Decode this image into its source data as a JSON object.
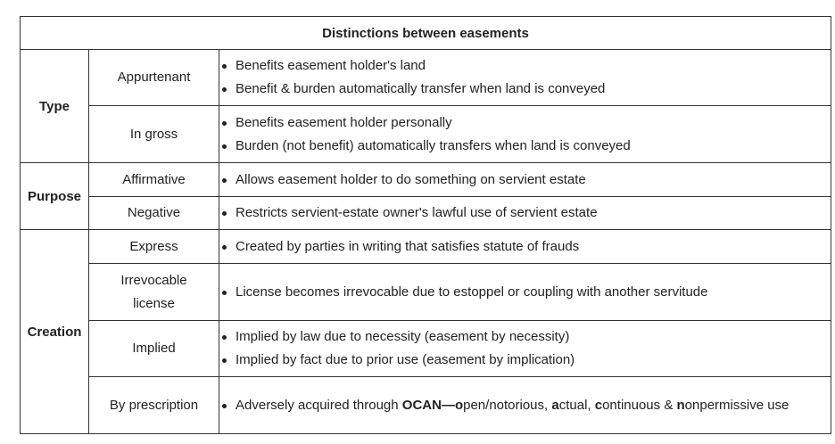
{
  "table": {
    "title": "Distinctions between easements",
    "groups": [
      {
        "category": "Type",
        "rows": [
          {
            "sub": "Appurtenant",
            "items": [
              "Benefits easement holder's land",
              "Benefit & burden automatically transfer when land is conveyed"
            ]
          },
          {
            "sub": "In gross",
            "items": [
              "Benefits easement holder personally",
              "Burden (not benefit) automatically transfers when land is conveyed"
            ]
          }
        ]
      },
      {
        "category": "Purpose",
        "rows": [
          {
            "sub": "Affirmative",
            "items": [
              "Allows easement holder to do something on servient estate"
            ]
          },
          {
            "sub": "Negative",
            "items": [
              "Restricts servient-estate owner's lawful use of servient estate"
            ]
          }
        ]
      },
      {
        "category": "Creation",
        "rows": [
          {
            "sub": "Express",
            "items": [
              "Created by parties in writing that satisfies statute of frauds"
            ]
          },
          {
            "sub": "Irrevocable license",
            "items": [
              "License becomes irrevocable due to estoppel or coupling with another servitude"
            ]
          },
          {
            "sub": "Implied",
            "items": [
              "Implied by law due to necessity (easement by necessity)",
              "Implied by fact due to prior use (easement by implication)"
            ]
          },
          {
            "sub": "By prescription",
            "items": [
              "Adversely acquired through OCAN—open/notorious, actual, continuous & nonpermissive use"
            ]
          }
        ]
      }
    ]
  }
}
